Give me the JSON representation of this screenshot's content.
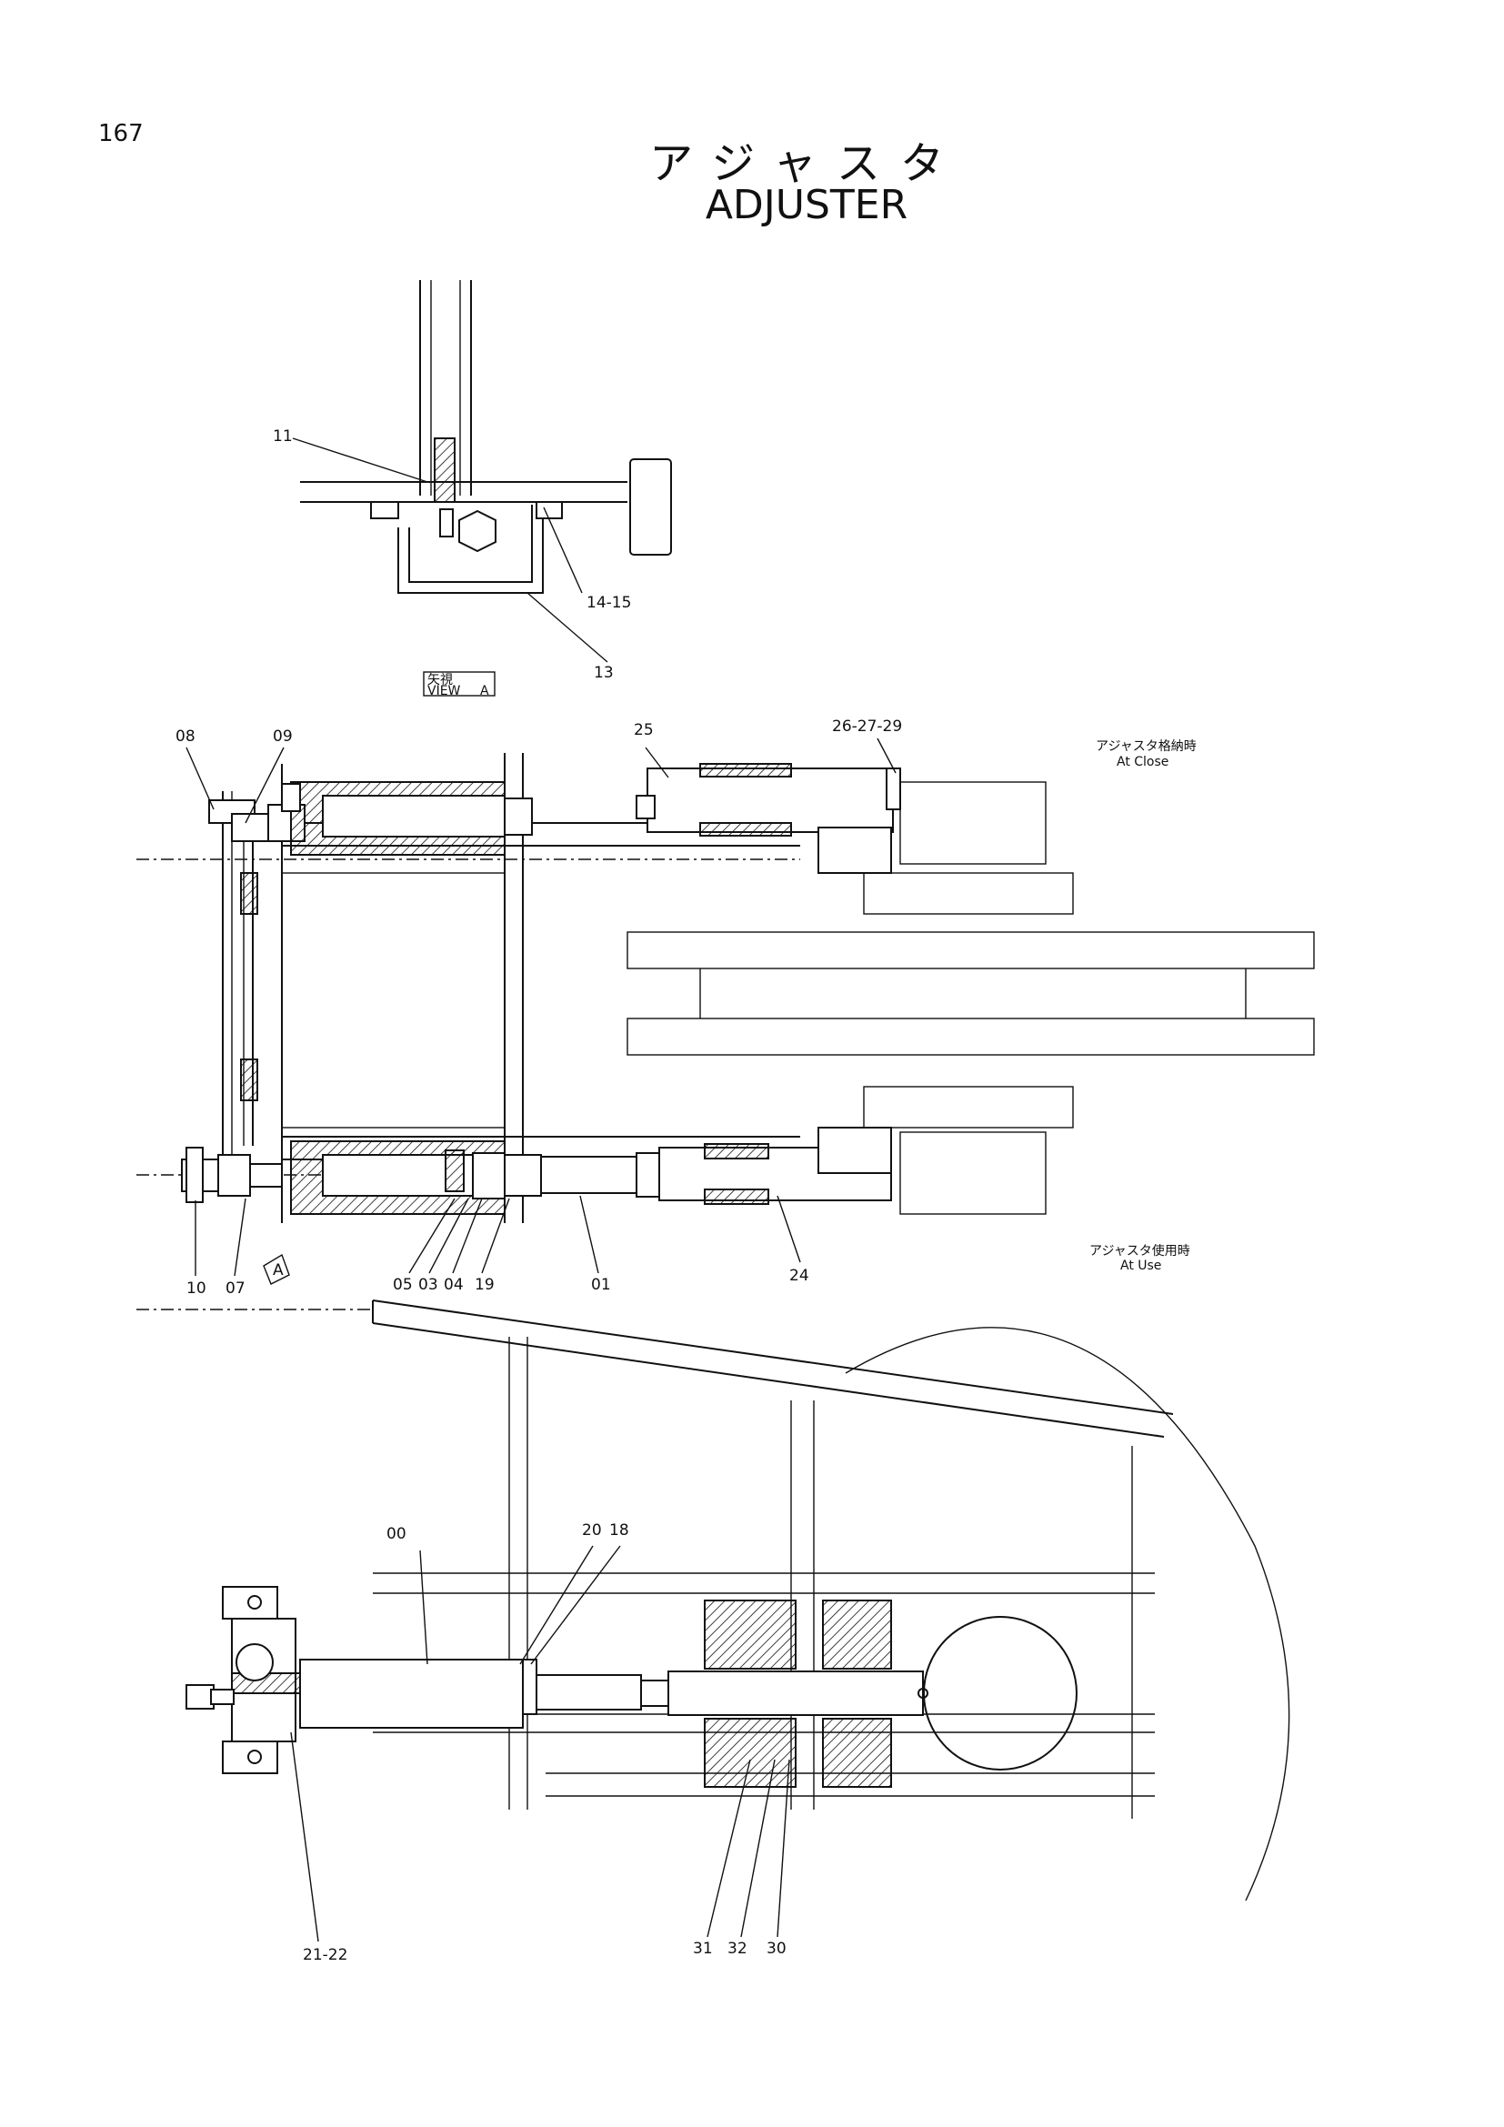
{
  "page": {
    "number": "167",
    "title_jp": "アジャスタ",
    "title_en": "ADJUSTER"
  },
  "view_tag": {
    "jp": "矢視",
    "en": "VIEW",
    "letter": "A"
  },
  "notes": {
    "at_close_jp": "アジャスタ格納時",
    "at_close_en": "At Close",
    "at_use_jp": "アジャスタ使用時",
    "at_use_en": "At Use"
  },
  "callouts": {
    "c11": "11",
    "c14_15": "14-15",
    "c13": "13",
    "c08": "08",
    "c09": "09",
    "c25": "25",
    "c26_27_29": "26-27-29",
    "c10": "10",
    "c07": "07",
    "view_marker": "A",
    "c05": "05",
    "c03": "03",
    "c04": "04",
    "c19": "19",
    "c01": "01",
    "c24": "24",
    "c00": "00",
    "c20": "20",
    "c18": "18",
    "c21_22": "21-22",
    "c31": "31",
    "c32": "32",
    "c30": "30"
  }
}
